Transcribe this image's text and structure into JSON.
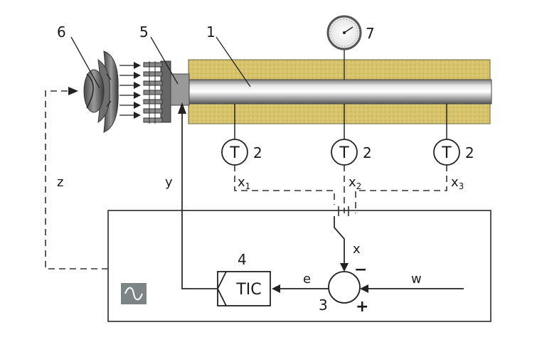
{
  "labels": {
    "tube": "1",
    "sensor": "2",
    "comparator": "3",
    "controller": "4",
    "heater": "5",
    "fan": "6",
    "gauge": "7"
  },
  "signals": {
    "z": "z",
    "y": "y",
    "x": "x",
    "e": "e",
    "w": "w",
    "x1_main": "x",
    "x1_sub": "1",
    "x2_main": "x",
    "x2_sub": "2",
    "x3_main": "x",
    "x3_sub": "3"
  },
  "sensor_symbol": "T",
  "controller_label": "TIC",
  "comparator_signs": {
    "minus": "−",
    "plus": "+"
  },
  "colors": {
    "insulation": "#d8c56e",
    "tube_light": "#f2f2f2",
    "tube_dark": "#8a8a8a",
    "metal_dark": "#555555",
    "icon_bg": "#7d8488",
    "line": "#2a2a2a"
  }
}
